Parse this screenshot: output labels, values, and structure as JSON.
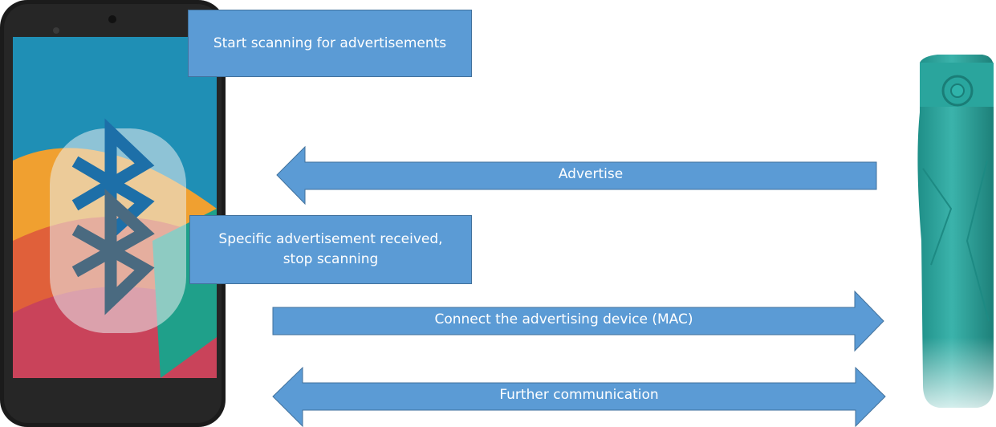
{
  "steps": {
    "start_scan": "Start scanning for advertisements",
    "advertise": "Advertise",
    "received": [
      "Specific advertisement received,",
      "stop scanning"
    ],
    "connect": "Connect the advertising device (MAC)",
    "further": "Further communication"
  },
  "icons": {
    "phone": "smartphone-icon",
    "bluetooth": "bluetooth-icon",
    "bottle": "smart-water-bottle-icon"
  },
  "colors": {
    "accent": "#5b9bd5",
    "accent_border": "#41719c",
    "bottle": "#2e9e97"
  }
}
